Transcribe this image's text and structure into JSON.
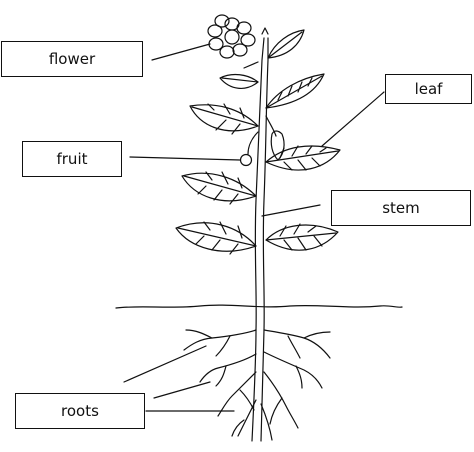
{
  "labels": {
    "flower": "flower",
    "leaf": "leaf",
    "fruit": "fruit",
    "stem": "stem",
    "roots": "roots"
  },
  "colors": {
    "stroke": "#111111",
    "background": "#ffffff"
  }
}
